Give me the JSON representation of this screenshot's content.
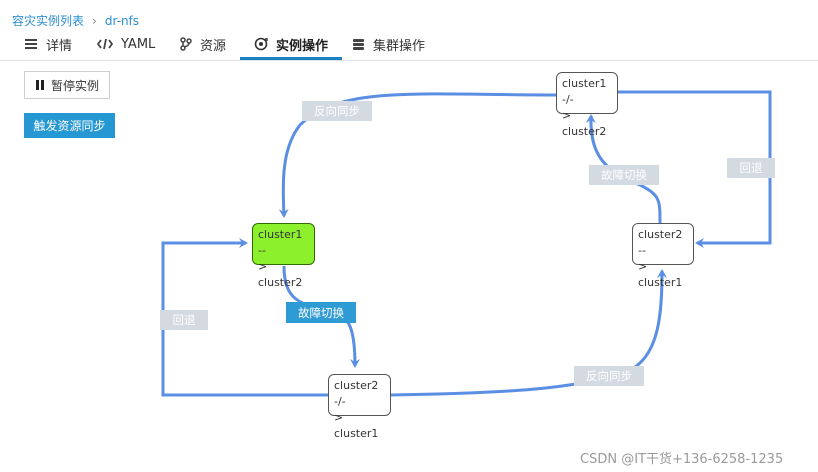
{
  "breadcrumb": {
    "root": "容灾实例列表",
    "current": "dr-nfs"
  },
  "tabs": [
    {
      "label": "详情",
      "icon": "list-icon"
    },
    {
      "label": "YAML",
      "icon": "code-icon"
    },
    {
      "label": "资源",
      "icon": "branch-icon"
    },
    {
      "label": "实例操作",
      "icon": "sync-gear-icon",
      "active": true
    },
    {
      "label": "集群操作",
      "icon": "database-icon"
    }
  ],
  "actions": {
    "pause": "暂停实例",
    "sync": "触发资源同步"
  },
  "nodes": {
    "top": "cluster1 -/-\n> cluster2",
    "active": "cluster1 --\n> cluster2",
    "right": "cluster2 --\n> cluster1",
    "bottom": "cluster2 -/-\n> cluster1"
  },
  "edge_labels": {
    "reverse_sync_top": "反向同步",
    "failover_right": "故障切换",
    "rollback_right": "回退",
    "rollback_left": "回退",
    "failover_center": "故障切换",
    "reverse_sync_bottom": "反向同步"
  },
  "colors": {
    "edge": "#5a8fe3",
    "active_node": "#8cf02c",
    "primary": "#2597d2",
    "label_bg": "#d4dae2"
  },
  "watermark": "CSDN @IT干货+136-6258-1235"
}
